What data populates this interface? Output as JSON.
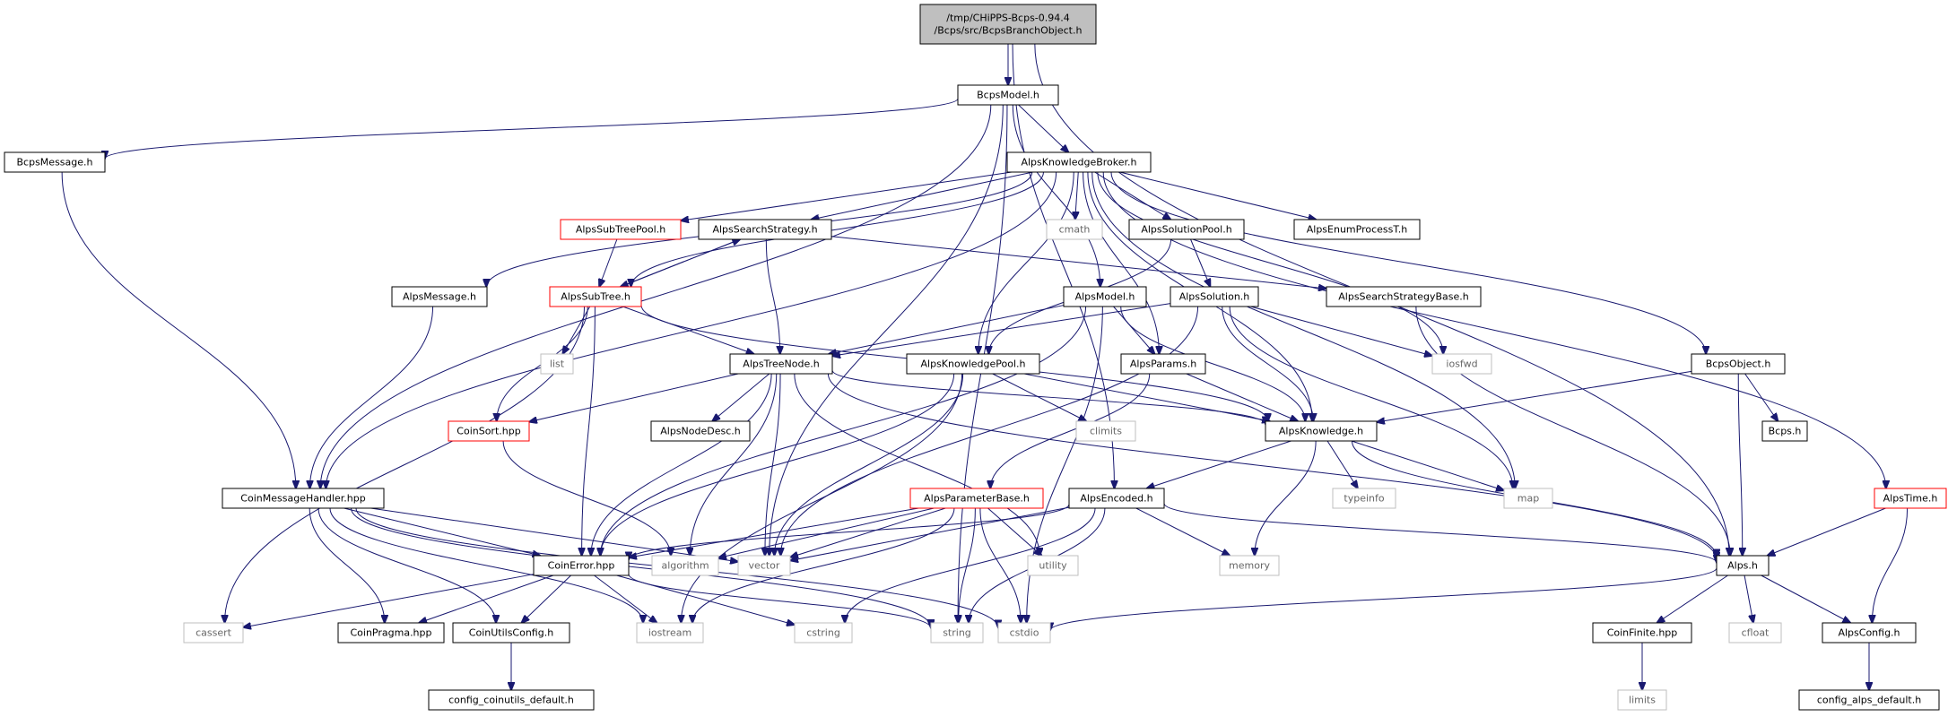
{
  "graph": {
    "style": {
      "edge_color": "#191970",
      "node_fill": "#ffffff",
      "root_fill": "#bfbfbf",
      "normal_border": "#000000",
      "truncated_border": "#ff0000",
      "external_border": "#bfbfbf",
      "text_color": "#000000",
      "external_text_color": "#666666"
    },
    "nodes": [
      {
        "id": "root",
        "lines": [
          "/tmp/CHiPPS-Bcps-0.94.4",
          "/Bcps/src/BcpsBranchObject.h"
        ],
        "kind": "root"
      },
      {
        "id": "BcpsModel",
        "lines": [
          "BcpsModel.h"
        ],
        "kind": "normal"
      },
      {
        "id": "BcpsMessage",
        "lines": [
          "BcpsMessage.h"
        ],
        "kind": "normal"
      },
      {
        "id": "AlpsKnowledgeBroker",
        "lines": [
          "AlpsKnowledgeBroker.h"
        ],
        "kind": "normal"
      },
      {
        "id": "AlpsSubTreePool",
        "lines": [
          "AlpsSubTreePool.h"
        ],
        "kind": "truncated"
      },
      {
        "id": "AlpsSearchStrategy",
        "lines": [
          "AlpsSearchStrategy.h"
        ],
        "kind": "normal"
      },
      {
        "id": "cmath",
        "lines": [
          "cmath"
        ],
        "kind": "external"
      },
      {
        "id": "AlpsSolutionPool",
        "lines": [
          "AlpsSolutionPool.h"
        ],
        "kind": "normal"
      },
      {
        "id": "AlpsEnumProcessT",
        "lines": [
          "AlpsEnumProcessT.h"
        ],
        "kind": "normal"
      },
      {
        "id": "AlpsMessage",
        "lines": [
          "AlpsMessage.h"
        ],
        "kind": "normal"
      },
      {
        "id": "AlpsSubTree",
        "lines": [
          "AlpsSubTree.h"
        ],
        "kind": "truncated"
      },
      {
        "id": "AlpsModel",
        "lines": [
          "AlpsModel.h"
        ],
        "kind": "normal"
      },
      {
        "id": "AlpsSolution",
        "lines": [
          "AlpsSolution.h"
        ],
        "kind": "normal"
      },
      {
        "id": "AlpsSearchStrategyBase",
        "lines": [
          "AlpsSearchStrategyBase.h"
        ],
        "kind": "normal"
      },
      {
        "id": "list",
        "lines": [
          "list"
        ],
        "kind": "external"
      },
      {
        "id": "AlpsTreeNode",
        "lines": [
          "AlpsTreeNode.h"
        ],
        "kind": "normal"
      },
      {
        "id": "AlpsKnowledgePool",
        "lines": [
          "AlpsKnowledgePool.h"
        ],
        "kind": "normal"
      },
      {
        "id": "AlpsParams",
        "lines": [
          "AlpsParams.h"
        ],
        "kind": "normal"
      },
      {
        "id": "iosfwd",
        "lines": [
          "iosfwd"
        ],
        "kind": "external"
      },
      {
        "id": "BcpsObject",
        "lines": [
          "BcpsObject.h"
        ],
        "kind": "normal"
      },
      {
        "id": "CoinSort",
        "lines": [
          "CoinSort.hpp"
        ],
        "kind": "truncated"
      },
      {
        "id": "AlpsNodeDesc",
        "lines": [
          "AlpsNodeDesc.h"
        ],
        "kind": "normal"
      },
      {
        "id": "climits",
        "lines": [
          "climits"
        ],
        "kind": "external"
      },
      {
        "id": "AlpsKnowledge",
        "lines": [
          "AlpsKnowledge.h"
        ],
        "kind": "normal"
      },
      {
        "id": "Bcps",
        "lines": [
          "Bcps.h"
        ],
        "kind": "normal"
      },
      {
        "id": "CoinMessageHandler",
        "lines": [
          "CoinMessageHandler.hpp"
        ],
        "kind": "normal"
      },
      {
        "id": "AlpsParameterBase",
        "lines": [
          "AlpsParameterBase.h"
        ],
        "kind": "truncated"
      },
      {
        "id": "AlpsEncoded",
        "lines": [
          "AlpsEncoded.h"
        ],
        "kind": "normal"
      },
      {
        "id": "typeinfo",
        "lines": [
          "typeinfo"
        ],
        "kind": "external"
      },
      {
        "id": "map",
        "lines": [
          "map"
        ],
        "kind": "external"
      },
      {
        "id": "AlpsTime",
        "lines": [
          "AlpsTime.h"
        ],
        "kind": "truncated"
      },
      {
        "id": "CoinError",
        "lines": [
          "CoinError.hpp"
        ],
        "kind": "normal"
      },
      {
        "id": "algorithm",
        "lines": [
          "algorithm"
        ],
        "kind": "external"
      },
      {
        "id": "vector",
        "lines": [
          "vector"
        ],
        "kind": "external"
      },
      {
        "id": "utility",
        "lines": [
          "utility"
        ],
        "kind": "external"
      },
      {
        "id": "memory",
        "lines": [
          "memory"
        ],
        "kind": "external"
      },
      {
        "id": "Alps",
        "lines": [
          "Alps.h"
        ],
        "kind": "normal"
      },
      {
        "id": "cassert",
        "lines": [
          "cassert"
        ],
        "kind": "external"
      },
      {
        "id": "CoinPragma",
        "lines": [
          "CoinPragma.hpp"
        ],
        "kind": "normal"
      },
      {
        "id": "CoinUtilsConfig",
        "lines": [
          "CoinUtilsConfig.h"
        ],
        "kind": "normal"
      },
      {
        "id": "iostream",
        "lines": [
          "iostream"
        ],
        "kind": "external"
      },
      {
        "id": "cstring",
        "lines": [
          "cstring"
        ],
        "kind": "external"
      },
      {
        "id": "string",
        "lines": [
          "string"
        ],
        "kind": "external"
      },
      {
        "id": "cstdio",
        "lines": [
          "cstdio"
        ],
        "kind": "external"
      },
      {
        "id": "CoinFinite",
        "lines": [
          "CoinFinite.hpp"
        ],
        "kind": "normal"
      },
      {
        "id": "cfloat",
        "lines": [
          "cfloat"
        ],
        "kind": "external"
      },
      {
        "id": "AlpsConfig",
        "lines": [
          "AlpsConfig.h"
        ],
        "kind": "normal"
      },
      {
        "id": "config_coinutils_default",
        "lines": [
          "config_coinutils_default.h"
        ],
        "kind": "normal"
      },
      {
        "id": "limits",
        "lines": [
          "limits"
        ],
        "kind": "external"
      },
      {
        "id": "config_alps_default",
        "lines": [
          "config_alps_default.h"
        ],
        "kind": "normal"
      }
    ],
    "edges": [
      [
        "root",
        "BcpsModel"
      ],
      [
        "root",
        "AlpsEncoded"
      ],
      [
        "root",
        "Alps"
      ],
      [
        "BcpsModel",
        "BcpsMessage"
      ],
      [
        "BcpsModel",
        "AlpsKnowledgeBroker"
      ],
      [
        "BcpsModel",
        "CoinMessageHandler"
      ],
      [
        "BcpsModel",
        "vector"
      ],
      [
        "BcpsModel",
        "string"
      ],
      [
        "BcpsModel",
        "AlpsModel"
      ],
      [
        "BcpsMessage",
        "CoinMessageHandler"
      ],
      [
        "AlpsKnowledgeBroker",
        "AlpsSubTreePool"
      ],
      [
        "AlpsKnowledgeBroker",
        "AlpsSearchStrategy"
      ],
      [
        "AlpsKnowledgeBroker",
        "cmath"
      ],
      [
        "AlpsKnowledgeBroker",
        "AlpsSolutionPool"
      ],
      [
        "AlpsKnowledgeBroker",
        "AlpsEnumProcessT"
      ],
      [
        "AlpsKnowledgeBroker",
        "AlpsMessage"
      ],
      [
        "AlpsKnowledgeBroker",
        "AlpsSubTree"
      ],
      [
        "AlpsKnowledgeBroker",
        "AlpsKnowledgePool"
      ],
      [
        "AlpsKnowledgeBroker",
        "AlpsParams"
      ],
      [
        "AlpsKnowledgeBroker",
        "iosfwd"
      ],
      [
        "AlpsKnowledgeBroker",
        "BcpsObject"
      ],
      [
        "AlpsKnowledgeBroker",
        "AlpsKnowledge"
      ],
      [
        "AlpsKnowledgeBroker",
        "map"
      ],
      [
        "AlpsKnowledgeBroker",
        "AlpsTime"
      ],
      [
        "AlpsKnowledgeBroker",
        "CoinMessageHandler"
      ],
      [
        "AlpsSubTreePool",
        "AlpsSubTree"
      ],
      [
        "AlpsSearchStrategy",
        "AlpsSubTree"
      ],
      [
        "AlpsSearchStrategy",
        "AlpsTreeNode"
      ],
      [
        "AlpsSearchStrategy",
        "AlpsSearchStrategyBase"
      ],
      [
        "AlpsSubTree",
        "AlpsSearchStrategy"
      ],
      [
        "AlpsSolutionPool",
        "AlpsSolution"
      ],
      [
        "AlpsSolutionPool",
        "AlpsKnowledgePool"
      ],
      [
        "AlpsMessage",
        "CoinMessageHandler"
      ],
      [
        "AlpsSubTree",
        "list"
      ],
      [
        "AlpsSubTree",
        "AlpsTreeNode"
      ],
      [
        "AlpsSubTree",
        "CoinSort"
      ],
      [
        "AlpsSubTree",
        "cassert"
      ],
      [
        "AlpsSubTree",
        "CoinError"
      ],
      [
        "AlpsSubTree",
        "AlpsKnowledge"
      ],
      [
        "AlpsModel",
        "AlpsTreeNode"
      ],
      [
        "AlpsModel",
        "AlpsParams"
      ],
      [
        "AlpsModel",
        "AlpsKnowledge"
      ],
      [
        "AlpsModel",
        "CoinError"
      ],
      [
        "AlpsModel",
        "cstdio"
      ],
      [
        "AlpsSolution",
        "AlpsKnowledge"
      ],
      [
        "AlpsSolution",
        "iosfwd"
      ],
      [
        "AlpsSolution",
        "map"
      ],
      [
        "AlpsSolution",
        "AlpsTreeNode"
      ],
      [
        "AlpsSolution",
        "vector"
      ],
      [
        "AlpsSearchStrategyBase",
        "Alps"
      ],
      [
        "AlpsTreeNode",
        "CoinSort"
      ],
      [
        "AlpsTreeNode",
        "AlpsNodeDesc"
      ],
      [
        "AlpsTreeNode",
        "AlpsKnowledge"
      ],
      [
        "AlpsTreeNode",
        "CoinError"
      ],
      [
        "AlpsTreeNode",
        "algorithm"
      ],
      [
        "AlpsTreeNode",
        "vector"
      ],
      [
        "AlpsTreeNode",
        "utility"
      ],
      [
        "AlpsTreeNode",
        "Alps"
      ],
      [
        "AlpsKnowledgePool",
        "AlpsKnowledge"
      ],
      [
        "AlpsKnowledgePool",
        "climits"
      ],
      [
        "AlpsKnowledgePool",
        "vector"
      ],
      [
        "AlpsKnowledgePool",
        "iostream"
      ],
      [
        "AlpsKnowledgePool",
        "CoinError"
      ],
      [
        "AlpsParams",
        "AlpsKnowledge"
      ],
      [
        "AlpsParams",
        "AlpsParameterBase"
      ],
      [
        "BcpsObject",
        "AlpsKnowledge"
      ],
      [
        "BcpsObject",
        "Bcps"
      ],
      [
        "BcpsObject",
        "Alps"
      ],
      [
        "CoinSort",
        "algorithm"
      ],
      [
        "AlpsKnowledge",
        "AlpsEncoded"
      ],
      [
        "AlpsKnowledge",
        "typeinfo"
      ],
      [
        "AlpsKnowledge",
        "map"
      ],
      [
        "AlpsKnowledge",
        "memory"
      ],
      [
        "AlpsKnowledge",
        "Alps"
      ],
      [
        "CoinMessageHandler",
        "CoinError"
      ],
      [
        "CoinMessageHandler",
        "CoinPragma"
      ],
      [
        "CoinMessageHandler",
        "CoinUtilsConfig"
      ],
      [
        "CoinMessageHandler",
        "iostream"
      ],
      [
        "CoinMessageHandler",
        "string"
      ],
      [
        "CoinMessageHandler",
        "cstdio"
      ],
      [
        "CoinMessageHandler",
        "vector"
      ],
      [
        "AlpsParameterBase",
        "CoinError"
      ],
      [
        "AlpsParameterBase",
        "algorithm"
      ],
      [
        "AlpsParameterBase",
        "vector"
      ],
      [
        "AlpsParameterBase",
        "utility"
      ],
      [
        "AlpsParameterBase",
        "string"
      ],
      [
        "AlpsParameterBase",
        "cstdio"
      ],
      [
        "AlpsParameterBase",
        "iostream"
      ],
      [
        "AlpsEncoded",
        "CoinError"
      ],
      [
        "AlpsEncoded",
        "memory"
      ],
      [
        "AlpsEncoded",
        "vector"
      ],
      [
        "AlpsEncoded",
        "Alps"
      ],
      [
        "AlpsEncoded",
        "cstring"
      ],
      [
        "AlpsEncoded",
        "string"
      ],
      [
        "AlpsTime",
        "Alps"
      ],
      [
        "AlpsTime",
        "AlpsConfig"
      ],
      [
        "CoinError",
        "cassert"
      ],
      [
        "CoinError",
        "CoinPragma"
      ],
      [
        "CoinError",
        "CoinUtilsConfig"
      ],
      [
        "CoinError",
        "iostream"
      ],
      [
        "CoinError",
        "cstring"
      ],
      [
        "CoinError",
        "string"
      ],
      [
        "Alps",
        "cstdio"
      ],
      [
        "Alps",
        "CoinFinite"
      ],
      [
        "Alps",
        "cfloat"
      ],
      [
        "Alps",
        "AlpsConfig"
      ],
      [
        "CoinUtilsConfig",
        "config_coinutils_default"
      ],
      [
        "CoinFinite",
        "limits"
      ],
      [
        "AlpsConfig",
        "config_alps_default"
      ]
    ]
  }
}
